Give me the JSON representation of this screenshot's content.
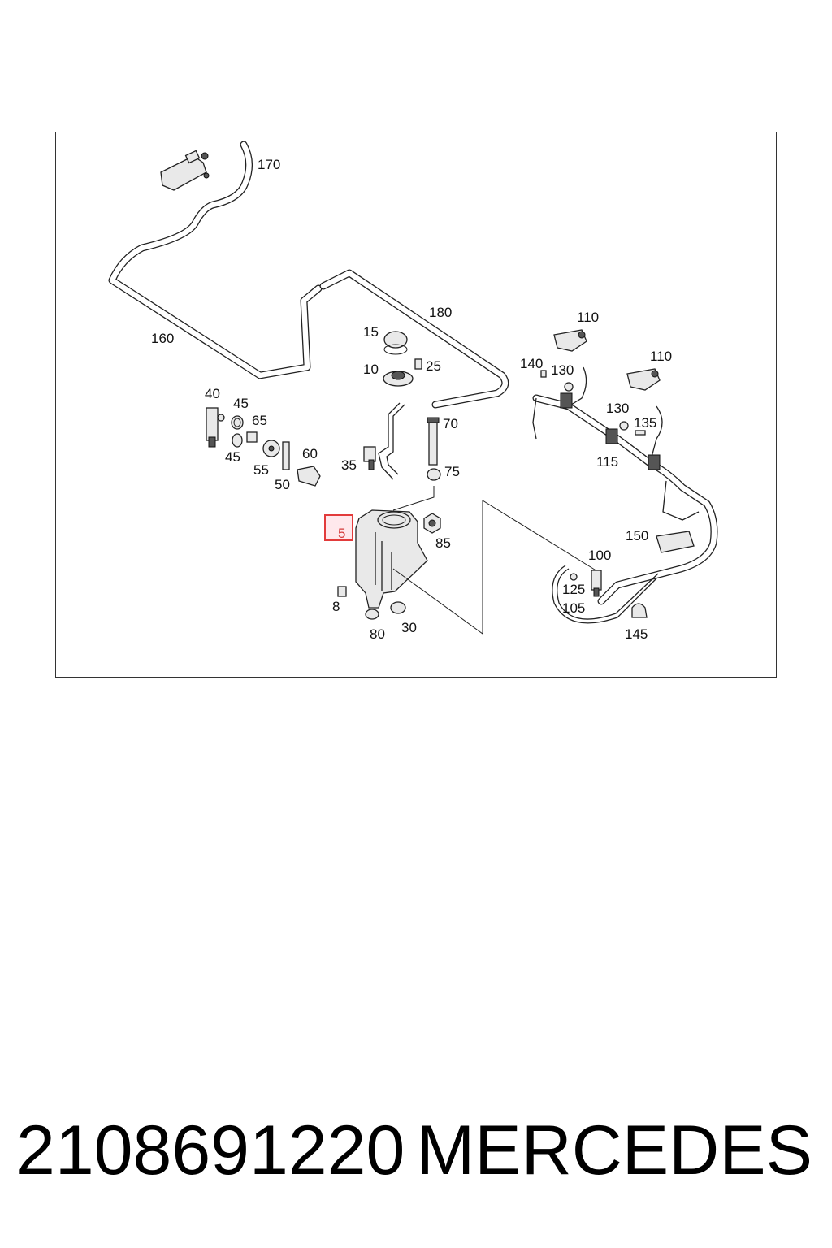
{
  "diagram": {
    "highlight_color": "#e23b3b",
    "highlighted_label": "5",
    "labels": {
      "l170": "170",
      "l160": "160",
      "l180": "180",
      "l15": "15",
      "l10": "10",
      "l25": "25",
      "l40": "40",
      "l45a": "45",
      "l65": "65",
      "l45b": "45",
      "l55": "55",
      "l60": "60",
      "l50": "50",
      "l35": "35",
      "l70": "70",
      "l75": "75",
      "l5": "5",
      "l85": "85",
      "l8": "8",
      "l80": "80",
      "l30": "30",
      "l110a": "110",
      "l110b": "110",
      "l140": "140",
      "l130a": "130",
      "l130b": "130",
      "l135": "135",
      "l115": "115",
      "l150": "150",
      "l100": "100",
      "l125": "125",
      "l105": "105",
      "l145": "145"
    }
  },
  "footer": {
    "part_number": "2108691220",
    "brand": "MERCEDES"
  }
}
